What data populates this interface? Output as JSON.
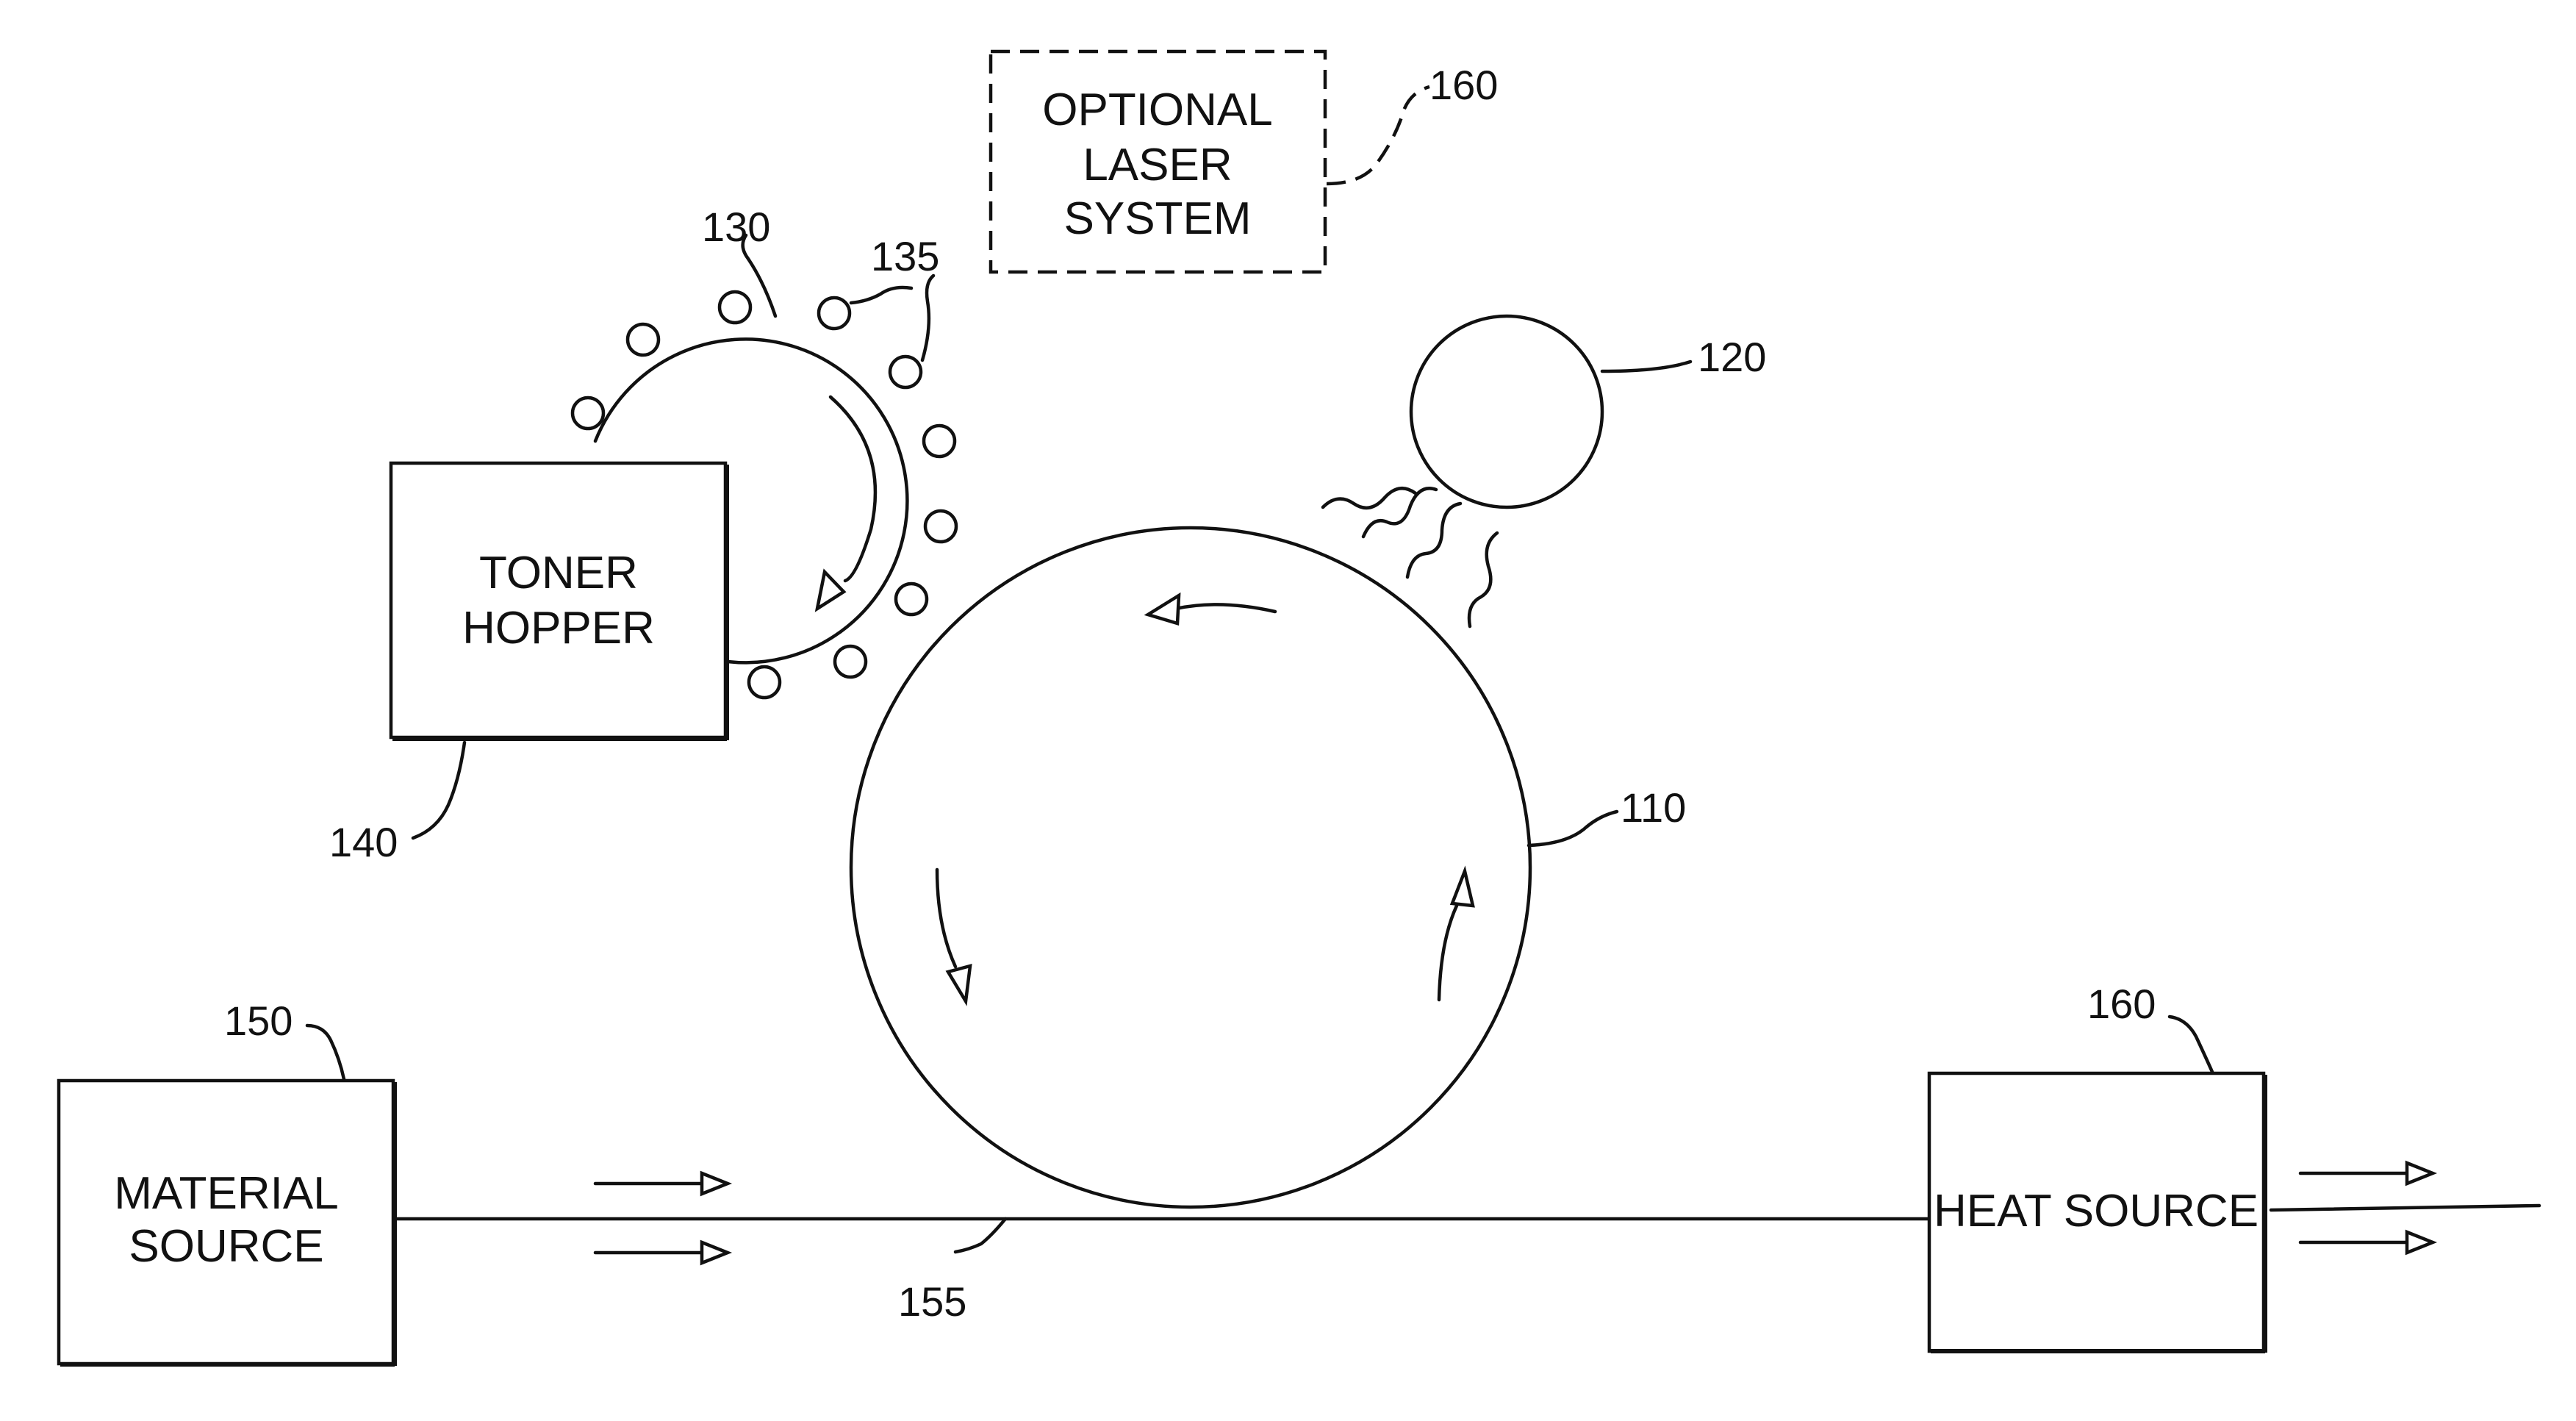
{
  "labels": {
    "toner_hopper": [
      "TONER",
      "HOPPER"
    ],
    "optional_laser_system": [
      "OPTIONAL",
      "LASER",
      "SYSTEM"
    ],
    "material_source": [
      "MATERIAL",
      "SOURCE"
    ],
    "heat_source": "HEAT SOURCE"
  },
  "refs": {
    "drum": "110",
    "charger": "120",
    "developer_roller": "130",
    "toner_particles": "135",
    "toner_hopper": "140",
    "material_source": "150",
    "material_web": "155",
    "optional_laser": "160",
    "heat_source": "160"
  },
  "colors": {
    "line": "#111111",
    "background": "#ffffff"
  }
}
